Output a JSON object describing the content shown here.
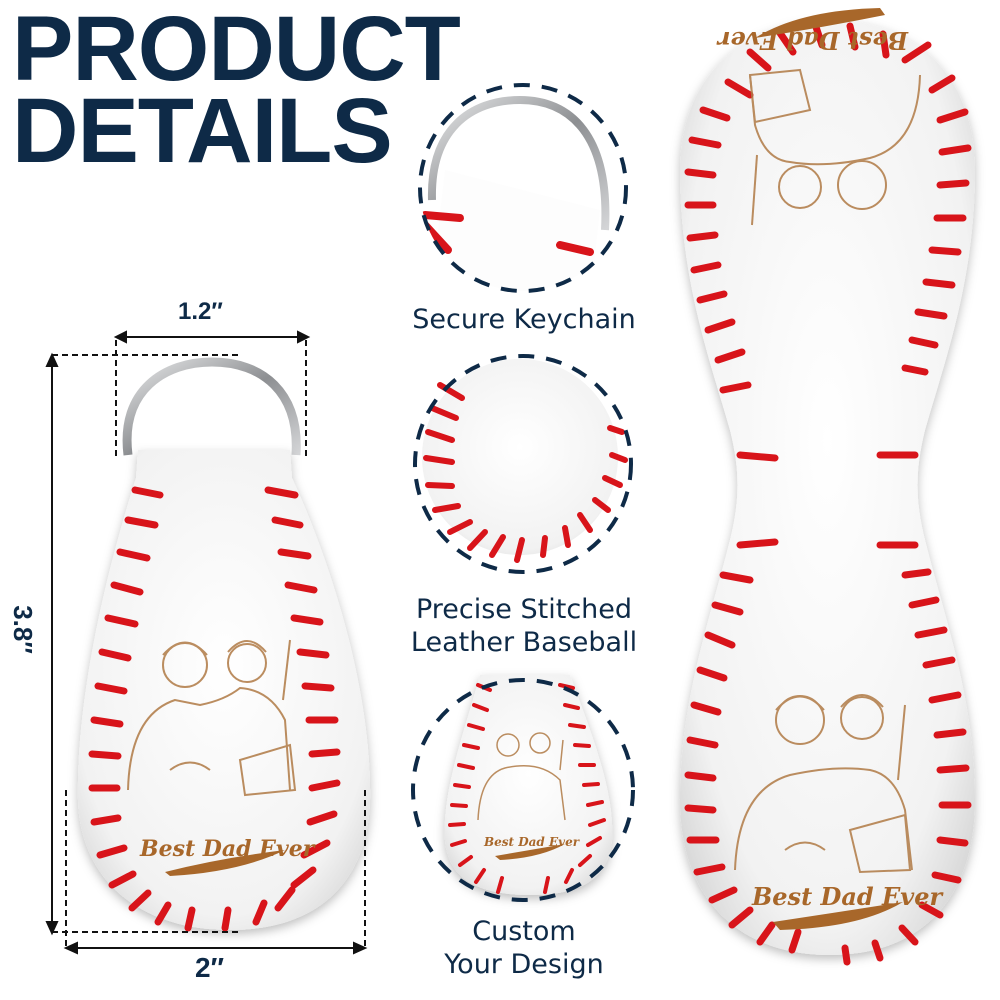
{
  "header": {
    "title_line1": "PRODUCT",
    "title_line2": "DETAILS"
  },
  "dimensions": {
    "ring_width": "1.2″",
    "height": "3.8″",
    "base_width": "2″"
  },
  "features": [
    {
      "label": "Secure Keychain",
      "icon": "keyring-closeup"
    },
    {
      "label_line1": "Precise Stitched",
      "label_line2": "Leather Baseball",
      "icon": "stitched-leather-closeup"
    },
    {
      "label_line1": "Custom",
      "label_line2": "Your Design",
      "icon": "custom-engraving-closeup"
    }
  ],
  "product": {
    "engraving_text": "Best Dad Ever",
    "engraving_subject": "father-and-son-baseball-portrait"
  },
  "colors": {
    "navy": "#0e2a47",
    "stitch_red": "#d8141a",
    "leather_white": "#f7f7f7",
    "engraving_brown": "#a8672a",
    "ring_silver": "#a9abae"
  }
}
